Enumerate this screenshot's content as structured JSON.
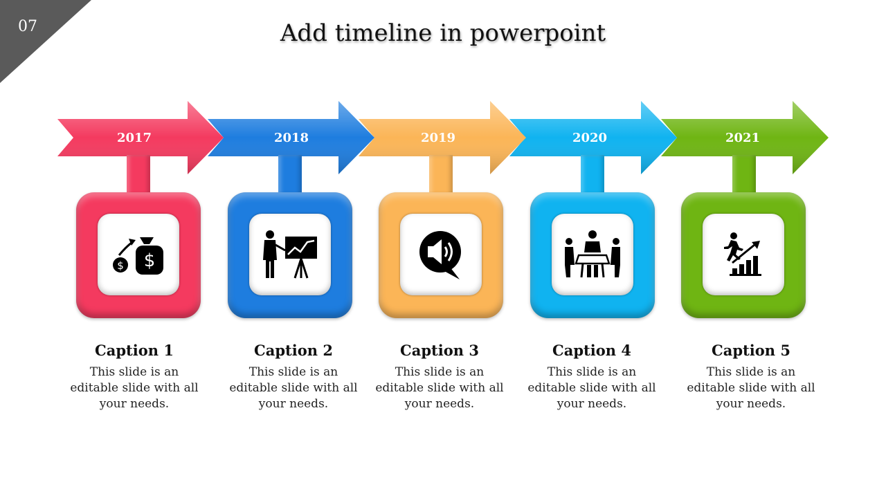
{
  "slide_number": "07",
  "title": "Add timeline in powerpoint",
  "steps": [
    {
      "year": "2017",
      "caption": "Caption 1",
      "desc": "This slide is an editable slide with all your needs.",
      "color": "#f43a5f",
      "icon": "money-bag-icon"
    },
    {
      "year": "2018",
      "caption": "Caption 2",
      "desc": "This slide is an editable slide with all your needs.",
      "color": "#1e7ddf",
      "icon": "presentation-icon"
    },
    {
      "year": "2019",
      "caption": "Caption 3",
      "desc": "This slide is an editable slide with all your needs.",
      "color": "#fbb557",
      "icon": "speaker-bubble-icon"
    },
    {
      "year": "2020",
      "caption": "Caption 4",
      "desc": "This slide is an editable slide with all your needs.",
      "color": "#10b3f0",
      "icon": "meeting-icon"
    },
    {
      "year": "2021",
      "caption": "Caption 5",
      "desc": "This slide is an editable slide with all your needs.",
      "color": "#6fb513",
      "icon": "growth-runner-icon"
    }
  ]
}
